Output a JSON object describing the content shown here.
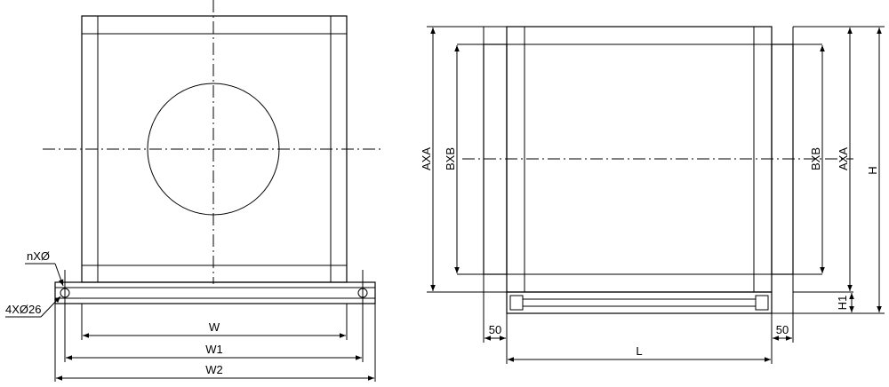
{
  "drawing": {
    "front_view": {
      "width_label": "W",
      "bolt_spacing_label": "W1",
      "overall_width_label": "W2",
      "hole_callout_top": "nXØ",
      "hole_callout_bottom": "4XØ26"
    },
    "side_view": {
      "flange_label_outer": "AXA",
      "flange_label_inner": "BXB",
      "height_label": "H",
      "base_height_label": "H1",
      "length_label": "L",
      "offset_label": "50"
    }
  }
}
